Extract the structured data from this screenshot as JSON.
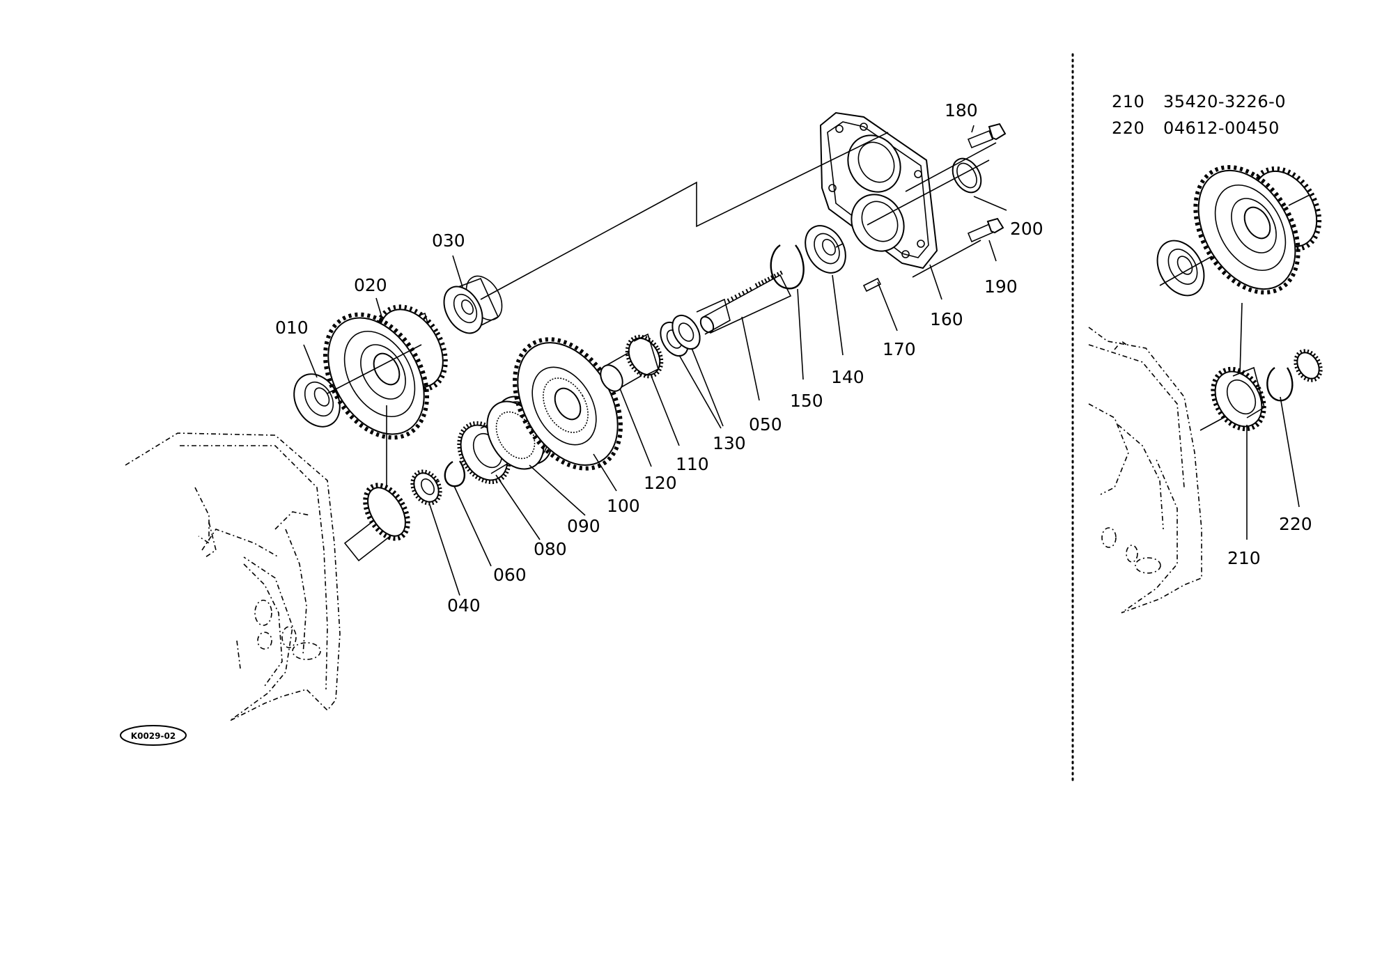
{
  "diagram_code": "K0029-02",
  "callouts": [
    {
      "id": "010",
      "text": "010"
    },
    {
      "id": "020",
      "text": "020"
    },
    {
      "id": "030",
      "text": "030"
    },
    {
      "id": "040",
      "text": "040"
    },
    {
      "id": "050",
      "text": "050"
    },
    {
      "id": "060",
      "text": "060"
    },
    {
      "id": "080",
      "text": "080"
    },
    {
      "id": "090",
      "text": "090"
    },
    {
      "id": "100",
      "text": "100"
    },
    {
      "id": "110",
      "text": "110"
    },
    {
      "id": "120",
      "text": "120"
    },
    {
      "id": "130",
      "text": "130"
    },
    {
      "id": "140",
      "text": "140"
    },
    {
      "id": "150",
      "text": "150"
    },
    {
      "id": "160",
      "text": "160"
    },
    {
      "id": "170",
      "text": "170"
    },
    {
      "id": "180",
      "text": "180"
    },
    {
      "id": "190",
      "text": "190"
    },
    {
      "id": "200",
      "text": "200"
    },
    {
      "id": "210",
      "text": "210"
    },
    {
      "id": "220",
      "text": "220"
    }
  ],
  "part_table": [
    {
      "ref": "210",
      "part_no": "35420-3226-0"
    },
    {
      "ref": "220",
      "part_no": "04612-00450"
    }
  ]
}
